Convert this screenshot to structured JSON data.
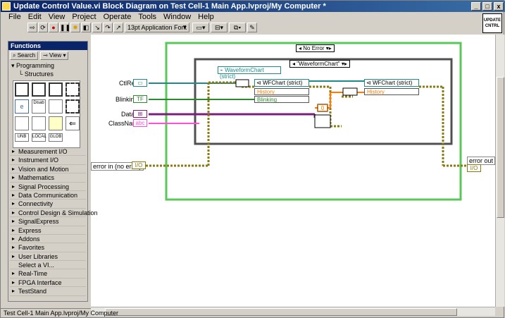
{
  "window": {
    "title": "Update Control Value.vi Block Diagram on Test Cell-1 Main App.lvproj/My Computer *",
    "status": "Test Cell-1 Main App.lvproj/My Computer",
    "min_icon": "_",
    "max_icon": "□",
    "close_icon": "x"
  },
  "menu": [
    "File",
    "Edit",
    "View",
    "Project",
    "Operate",
    "Tools",
    "Window",
    "Help"
  ],
  "toolbar": {
    "font_label": "13pt Application Font"
  },
  "vi_icon": {
    "line1": "UPDATE",
    "line2": "CNTRL"
  },
  "palette": {
    "title": "Functions",
    "search_label": "Search",
    "view_label": "View",
    "category": "Programming",
    "subcategory": "Structures",
    "grid_labels": [
      "e",
      "Disab",
      "UNB",
      "LOCAL",
      "GLOB"
    ],
    "items": [
      "Measurement I/O",
      "Instrument I/O",
      "Vision and Motion",
      "Mathematics",
      "Signal Processing",
      "Data Communication",
      "Connectivity",
      "Control Design & Simulation",
      "SignalExpress",
      "Express",
      "Addons",
      "Favorites",
      "User Libraries",
      "Select a VI...",
      "Real-Time",
      "FPGA Interface",
      "TestStand"
    ]
  },
  "diagram": {
    "outer_case": "No Error",
    "inner_case": "\"WaveformChart\"",
    "terminals": {
      "ctlref": "CtlRef",
      "blinking": "Blinking",
      "data": "Data",
      "classname": "ClassName",
      "error_in": "error in (no error)",
      "error_out": "error out"
    },
    "terminal_tags": {
      "ctlref": "▭",
      "blinking": "TF",
      "data": "⊞",
      "classname": "abc",
      "error_in": "I/O",
      "error_out": "I/O"
    },
    "cast_node": "WaveformChart (strict)",
    "node1": {
      "title": "WFChart (strict)",
      "prop1": "History",
      "prop2": "Blinking"
    },
    "node2": {
      "title": "WFChart (strict)",
      "prop1": "History"
    },
    "const_zero": "0"
  },
  "colors": {
    "refnum": "#1e8a8a",
    "boolean": "#2c8a2c",
    "variant": "#7a1f7a",
    "string": "#ff4fd8",
    "error": "#8a7a10",
    "case_border": "#58c858"
  }
}
